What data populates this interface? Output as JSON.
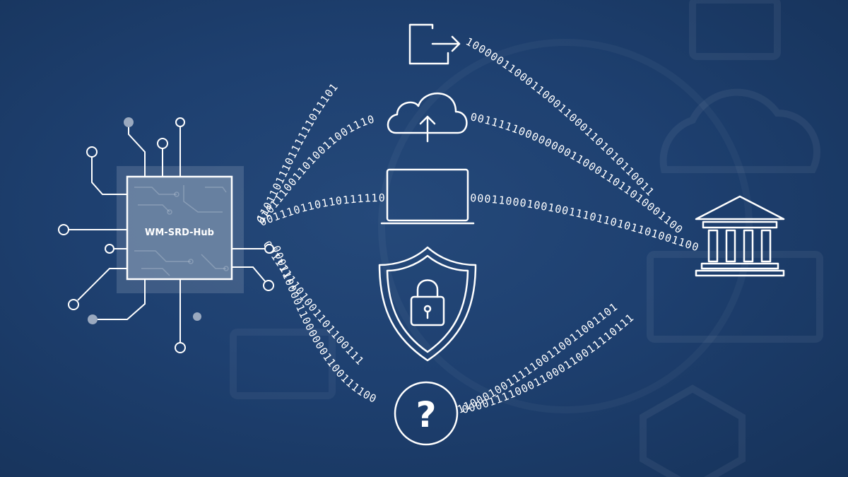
{
  "hub": {
    "label": "WM-SRD-Hub"
  },
  "data_streams": {
    "to_export": "1101101110111111011101",
    "from_export": "1000001100011000110001101010110011",
    "to_cloud": "0101110011010011001110",
    "from_cloud": "0011111000000001100011011010001100",
    "to_laptop": "0011101101101111101101",
    "from_laptop": "000110001001001110110101101001100",
    "to_shield": "0011111101001101100111",
    "from_shield": "110001001111100110011001101",
    "to_unknown": "000110000110000001100111100",
    "from_unknown": "0000111100011000110011110111"
  },
  "destinations": [
    {
      "name": "export-icon"
    },
    {
      "name": "cloud-upload-icon"
    },
    {
      "name": "laptop-icon"
    },
    {
      "name": "shield-lock-icon"
    },
    {
      "name": "question-icon",
      "label": "?"
    }
  ],
  "target": {
    "name": "bank-icon"
  },
  "colors": {
    "background": "#1e4070",
    "foreground": "#ffffff",
    "chip_fill": "#6f86a4"
  }
}
